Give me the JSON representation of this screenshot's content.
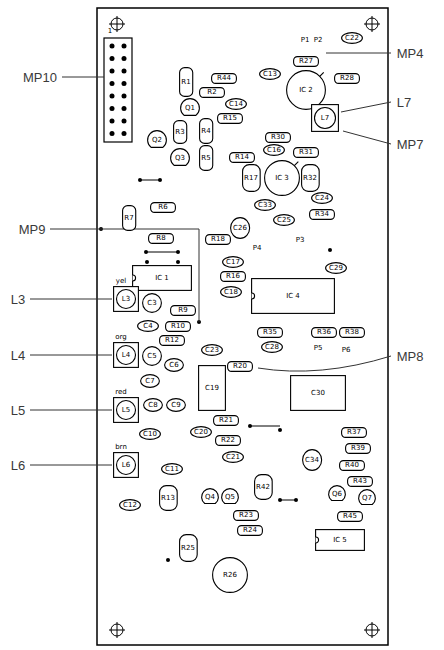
{
  "diagram": {
    "nodes": [
      {
        "text": [
          "R44"
        ]
      },
      {
        "text": [
          "C13"
        ]
      },
      {
        "text": [
          "R27"
        ]
      },
      {
        "text": [
          "C22"
        ]
      },
      {
        "text": [
          "IC 2"
        ]
      },
      {
        "text": [
          "R28"
        ]
      },
      {
        "text": [
          "R1"
        ]
      },
      {
        "text": [
          "R2"
        ]
      },
      {
        "text": [
          "Q1"
        ]
      },
      {
        "text": [
          "C14"
        ]
      },
      {
        "text": [
          "R15"
        ]
      },
      {
        "text": [
          "R3"
        ]
      },
      {
        "text": [
          "R4"
        ]
      },
      {
        "text": [
          "R5"
        ]
      },
      {
        "text": [
          "Q2"
        ]
      },
      {
        "text": [
          "Q3"
        ]
      },
      {
        "text": [
          "R14"
        ]
      },
      {
        "text": [
          "L7"
        ]
      },
      {
        "text": [
          "R30"
        ]
      },
      {
        "text": [
          "C16"
        ]
      },
      {
        "text": [
          "R31"
        ]
      },
      {
        "text": [
          "R17"
        ]
      },
      {
        "text": [
          "IC 3"
        ]
      },
      {
        "text": [
          "R32"
        ]
      },
      {
        "text": [
          "C33"
        ]
      },
      {
        "text": [
          "C24"
        ]
      },
      {
        "text": [
          "C25"
        ]
      },
      {
        "text": [
          "R34"
        ]
      },
      {
        "text": [
          "R7"
        ]
      },
      {
        "text": [
          "R6"
        ]
      },
      {
        "text": [
          "R8"
        ]
      },
      {
        "text": [
          "R18"
        ]
      },
      {
        "text": [
          "C26"
        ]
      },
      {
        "text": [
          "C17"
        ]
      },
      {
        "text": [
          "R16"
        ]
      },
      {
        "text": [
          "C18"
        ]
      },
      {
        "text": [
          "IC 1"
        ]
      },
      {
        "text": [
          "R9"
        ]
      },
      {
        "text": [
          "R10"
        ]
      },
      {
        "text": [
          "C29"
        ]
      },
      {
        "text": [
          "IC 4"
        ]
      },
      {
        "text": [
          "R35"
        ]
      },
      {
        "text": [
          "C28"
        ]
      },
      {
        "text": [
          "R36"
        ]
      },
      {
        "text": [
          "R38"
        ]
      },
      {
        "text": [
          "C23"
        ]
      },
      {
        "text": [
          "R20"
        ]
      },
      {
        "text": [
          "L3"
        ]
      },
      {
        "text": [
          "C3"
        ]
      },
      {
        "text": [
          "C4"
        ]
      },
      {
        "text": [
          "R12"
        ]
      },
      {
        "text": [
          "C5"
        ]
      },
      {
        "text": [
          "C19"
        ]
      },
      {
        "text": [
          "C6"
        ]
      },
      {
        "text": [
          "L4"
        ]
      },
      {
        "text": [
          "C7"
        ]
      },
      {
        "text": [
          "C8"
        ]
      },
      {
        "text": [
          "C9"
        ]
      },
      {
        "text": [
          "L5"
        ]
      },
      {
        "text": [
          "C30"
        ]
      },
      {
        "text": [
          "R21"
        ]
      },
      {
        "text": [
          "C10"
        ]
      },
      {
        "text": [
          "C20"
        ]
      },
      {
        "text": [
          "R22"
        ]
      },
      {
        "text": [
          "C21"
        ]
      },
      {
        "text": [
          "C34"
        ]
      },
      {
        "text": [
          "R37"
        ]
      },
      {
        "text": [
          "R39"
        ]
      },
      {
        "text": [
          "R40"
        ]
      },
      {
        "text": [
          "R43"
        ]
      },
      {
        "text": [
          "L6"
        ]
      },
      {
        "text": [
          "C11"
        ]
      },
      {
        "text": [
          "C12"
        ]
      },
      {
        "text": [
          "R13"
        ]
      },
      {
        "text": [
          "Q4"
        ]
      },
      {
        "text": [
          "Q5"
        ]
      },
      {
        "text": [
          "R42"
        ]
      },
      {
        "text": [
          "R23"
        ]
      },
      {
        "text": [
          "R24"
        ]
      },
      {
        "text": [
          "R25"
        ]
      },
      {
        "text": [
          "R26"
        ]
      },
      {
        "text": [
          "Q6"
        ]
      },
      {
        "text": [
          "Q7"
        ]
      },
      {
        "text": [
          "R45"
        ]
      },
      {
        "text": [
          "IC 5"
        ]
      }
    ],
    "labels": [
      "MP10",
      "MP9",
      "L3",
      "L4",
      "L5",
      "L6",
      "MP4",
      "L7",
      "MP7",
      "MP8",
      "P1",
      "P2",
      "1",
      "P3",
      "P4",
      "P5",
      "P6",
      "yel",
      "org",
      "red",
      "brn"
    ]
  }
}
